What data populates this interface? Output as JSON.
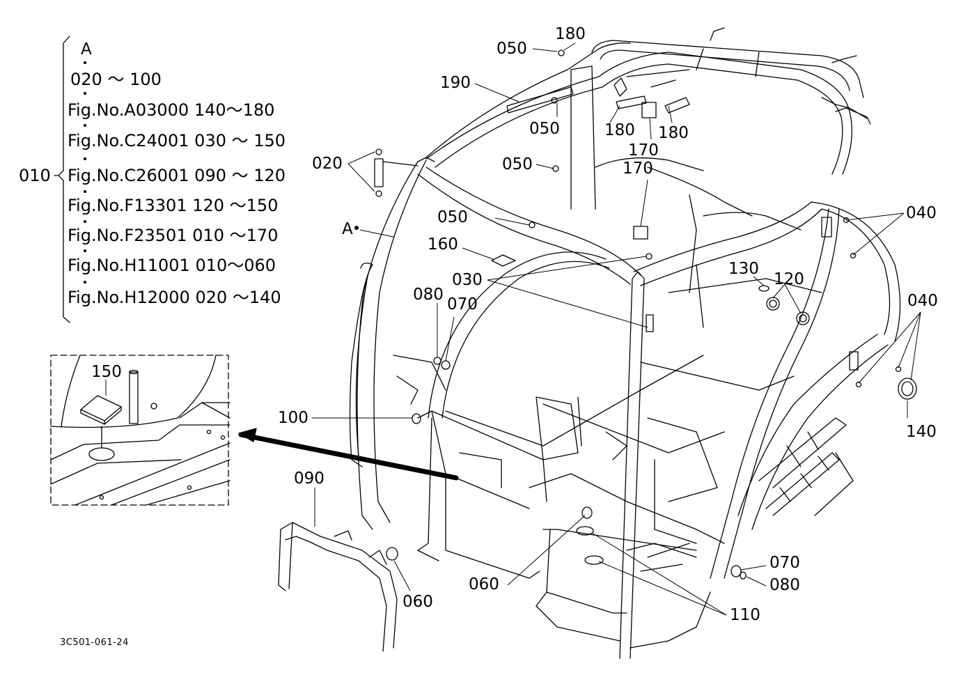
{
  "legend": {
    "head": "A",
    "range": "020 ～ 100",
    "root": "010",
    "lines": [
      "Fig.No.A03000  140～180",
      "Fig.No.C24001  030 ～ 150",
      "Fig.No.C26001  090 ～ 120",
      "Fig.No.F13301   120 ～150",
      "Fig.No.F23501  010 ～170",
      "Fig.No.H11001  010～060",
      "Fig.No.H12000  020 ～140"
    ]
  },
  "callouts": {
    "p050a": "050",
    "p180a": "180",
    "p190": "190",
    "p050b": "050",
    "p180b": "180",
    "p180c": "180",
    "p170a": "170",
    "p170b": "170",
    "p020": "020",
    "p050c": "050",
    "p050d": "050",
    "pA": "A",
    "p160": "160",
    "p040a": "040",
    "p030": "030",
    "p130": "130",
    "p120": "120",
    "p080a": "080",
    "p070a": "070",
    "p040b": "040",
    "p150": "150",
    "p100": "100",
    "p140": "140",
    "p090": "090",
    "p060a": "060",
    "p060b": "060",
    "p070b": "070",
    "p080b": "080",
    "p110": "110"
  },
  "drawing_code": "3C501-061-24"
}
